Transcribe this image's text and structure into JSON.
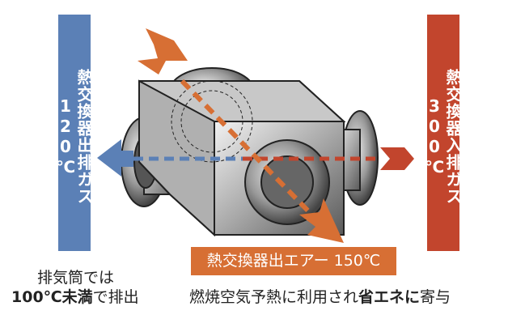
{
  "exhaust_out": {
    "label": "熱交換器出排ガス 120℃",
    "color": "#5b80b6"
  },
  "exhaust_in": {
    "label": "熱交換器入排ガス 300℃",
    "color": "#c2452d"
  },
  "air_out": {
    "label": "熱交換器出エアー 150℃",
    "color": "#d76f34"
  },
  "left_caption": {
    "line1": "排気筒では",
    "line2_bold": "100℃未満",
    "line2_rest": "で排出"
  },
  "right_caption": {
    "part1": "燃焼空気予熱に利用され",
    "bold": "省エネに",
    "part2": "寄与"
  }
}
